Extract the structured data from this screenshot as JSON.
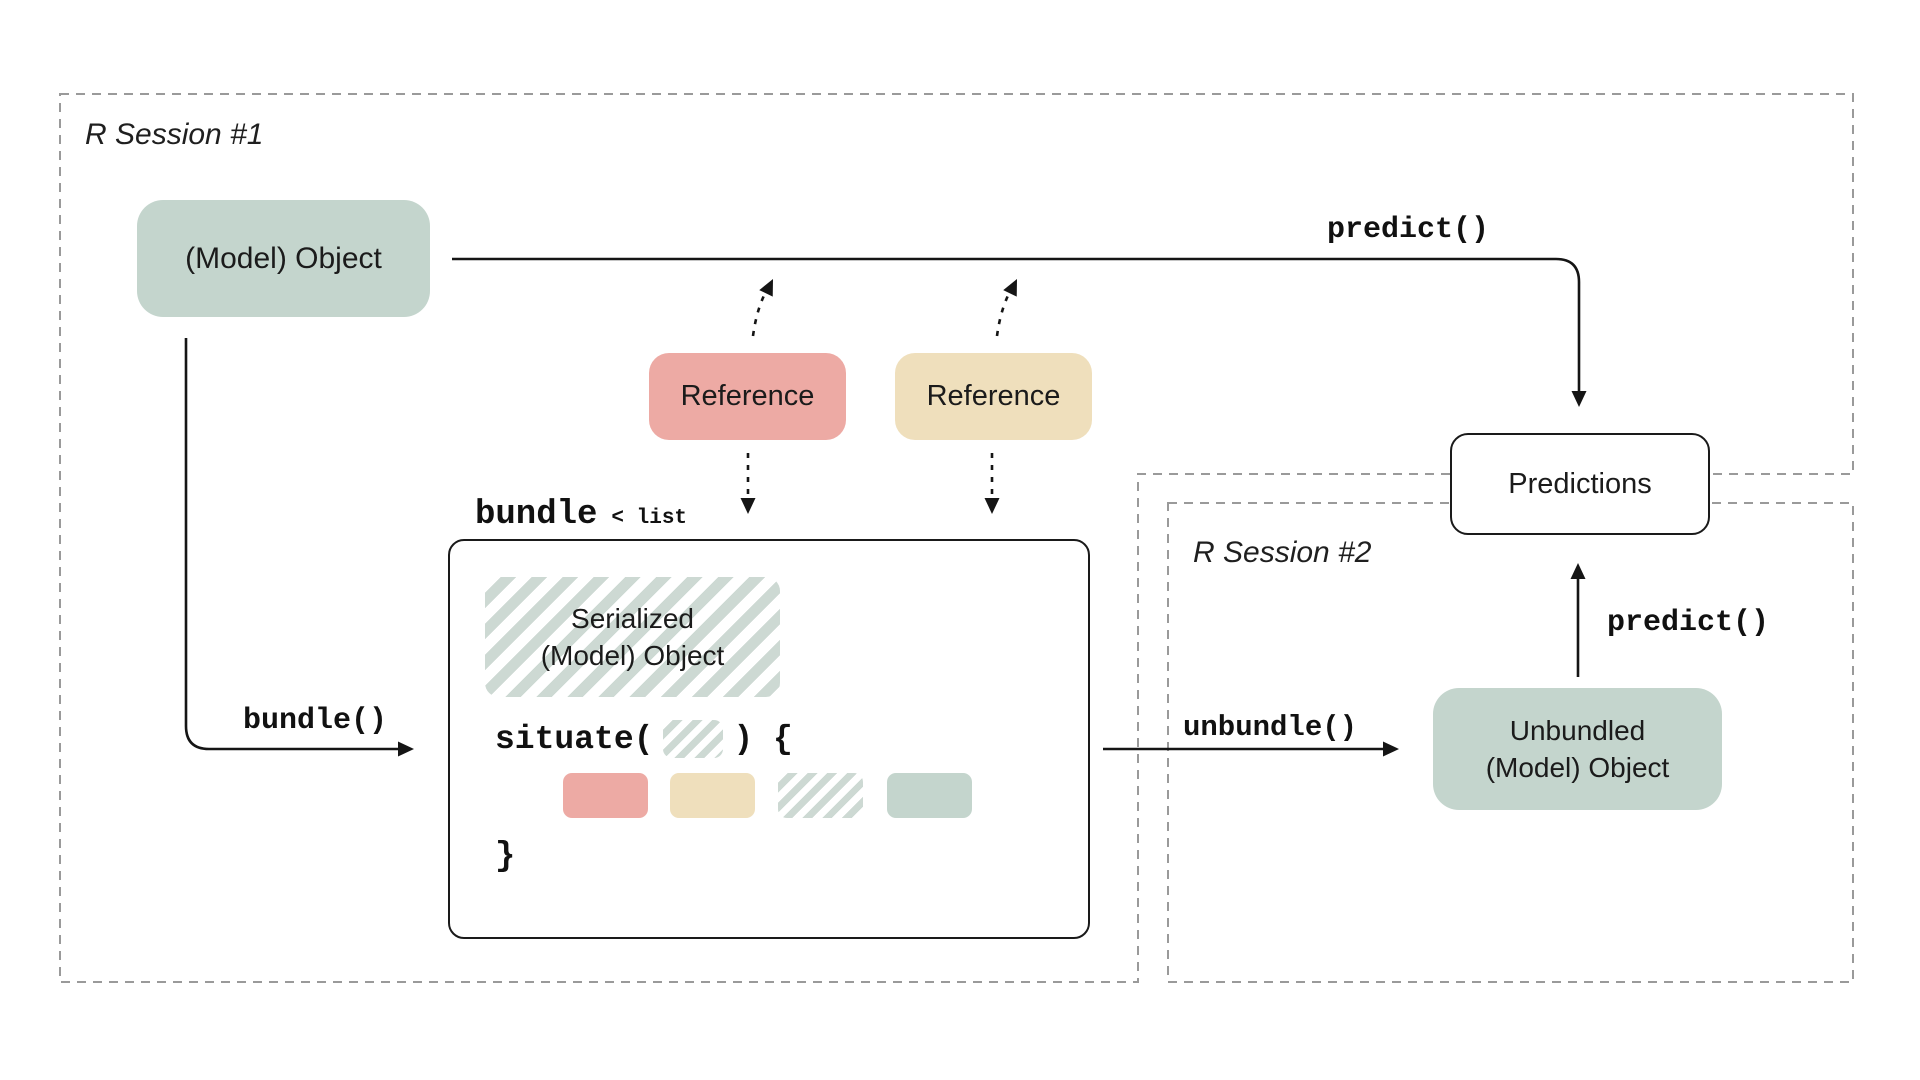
{
  "colors": {
    "green": "#c4d5cd",
    "red": "#edaaa4",
    "tan": "#efdfbc",
    "stripe": "#cdd9d3",
    "dash": "#9a9a9a",
    "ink": "#151515"
  },
  "session1": {
    "label": "R Session #1"
  },
  "session2": {
    "label": "R Session #2"
  },
  "model_object": {
    "label": "(Model) Object"
  },
  "references": [
    {
      "label": "Reference",
      "color": "#edaaa4"
    },
    {
      "label": "Reference",
      "color": "#efdfbc"
    }
  ],
  "predictions": {
    "label": "Predictions"
  },
  "unbundled": {
    "line1": "Unbundled",
    "line2": "(Model) Object"
  },
  "bundle_box": {
    "title": "bundle",
    "title_suffix": "< list",
    "serialized_line1": "Serialized",
    "serialized_line2": "(Model) Object",
    "situate_prefix": "situate(",
    "situate_suffix": ") {",
    "closing_brace": "}"
  },
  "arrow_labels": {
    "predict1": "predict()",
    "predict2": "predict()",
    "bundle": "bundle()",
    "unbundle": "unbundle()"
  }
}
